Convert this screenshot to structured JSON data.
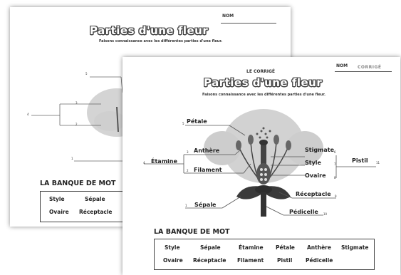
{
  "back_sheet": {
    "nom_label": "NOM",
    "title": "Parties d'une fleur",
    "subtitle": "Faisons connaissance avec les différentes parties d'une fleur.",
    "numbers": [
      "5",
      "4",
      "3",
      "2",
      "1"
    ],
    "bank_title": "LA BANQUE DE MOT",
    "words": [
      "Style",
      "Sépale",
      "Ovaire",
      "Réceptacle"
    ]
  },
  "front_sheet": {
    "header_label": "LE CORRIGÉ",
    "nom_label": "NOM",
    "nom_value": "CORRIGÉ",
    "title": "Parties d'une fleur",
    "subtitle": "Faisons connaissance avec les différentes parties d'une fleur.",
    "labels": {
      "petale": {
        "num": "5",
        "text": "Pétale"
      },
      "anthere": {
        "num": "3",
        "text": "Anthère"
      },
      "etamine": {
        "num": "4",
        "text": "Étamine"
      },
      "filament": {
        "num": "2",
        "text": "Filament"
      },
      "sepale": {
        "num": "1",
        "text": "Sépale"
      },
      "stigmate": {
        "num": "6",
        "text": "Stigmate"
      },
      "style": {
        "num": "7",
        "text": "Style"
      },
      "ovaire": {
        "num": "8",
        "text": "Ovaire"
      },
      "pistil": {
        "num": "11",
        "text": "Pistil"
      },
      "receptacle": {
        "num": "9",
        "text": "Réceptacle"
      },
      "pedicelle": {
        "num": "10",
        "text": "Pédicelle"
      }
    },
    "bank_title": "LA BANQUE DE MOT",
    "words_row1": [
      "Style",
      "Sépale",
      "Étamine",
      "Pétale",
      "Anthère",
      "Stigmate"
    ],
    "words_row2": [
      "Ovaire",
      "Réceptacle",
      "Filament",
      "Pistil",
      "Pédicelle"
    ]
  }
}
